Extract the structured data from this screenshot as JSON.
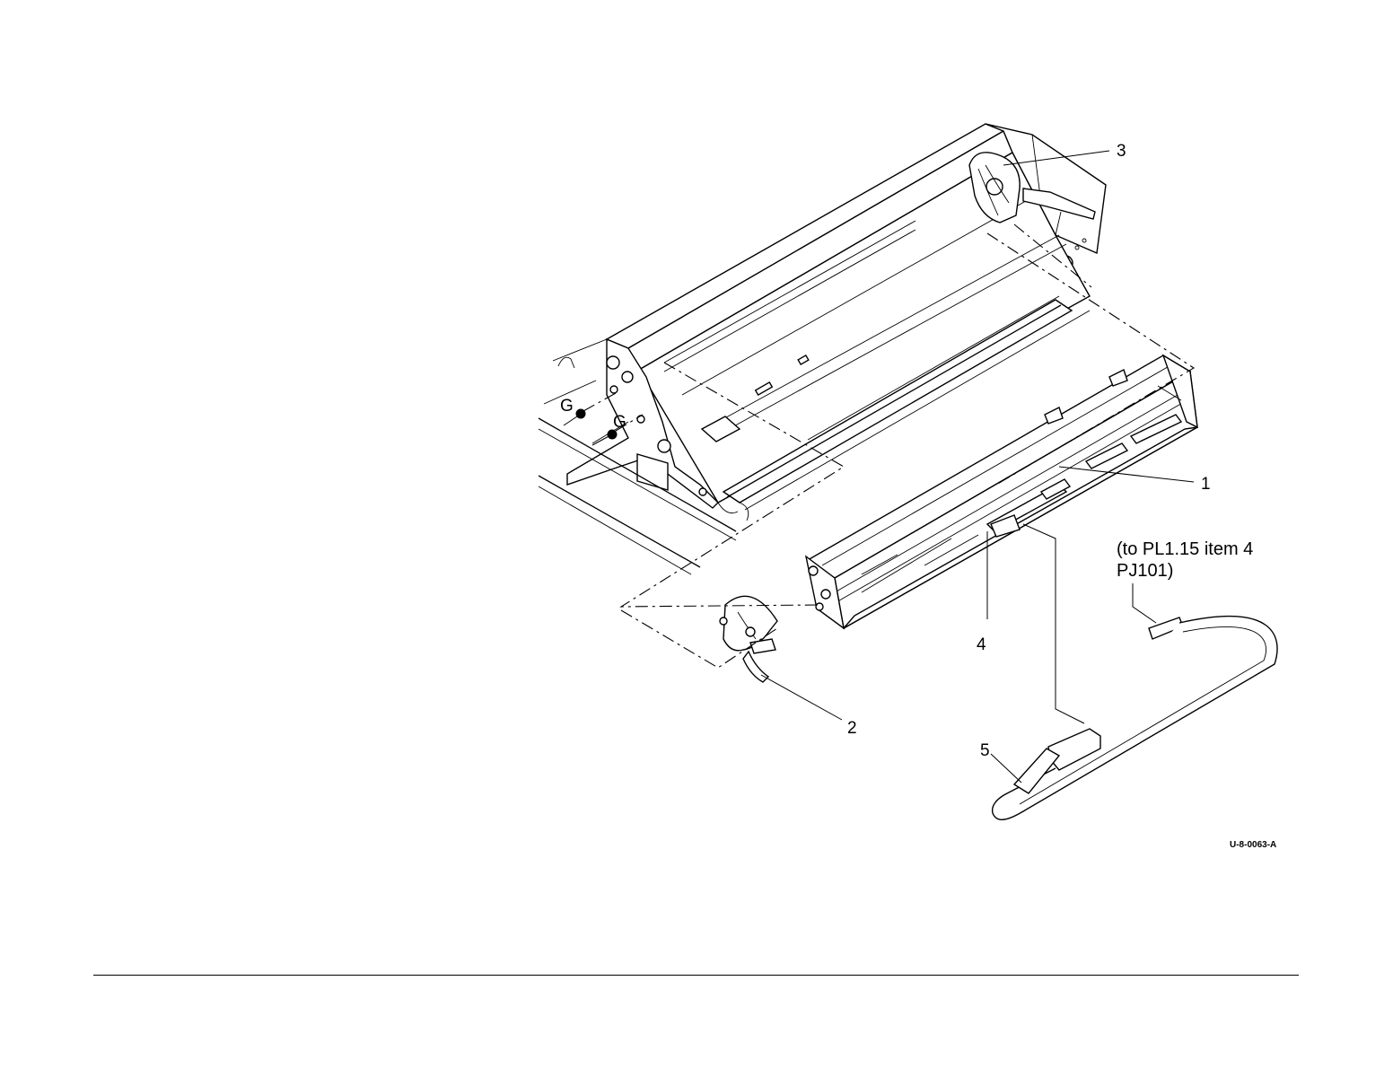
{
  "figure": {
    "id_label": "U-8-0063-A",
    "connector_note": [
      "(to PL1.15 item 4",
      "PJ101)"
    ],
    "ground_label": "G",
    "callouts": [
      "1",
      "2",
      "3",
      "4",
      "5"
    ]
  }
}
